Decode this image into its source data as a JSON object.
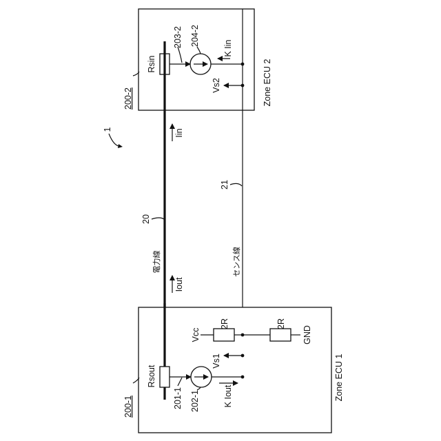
{
  "figure": {
    "system_ref": "1",
    "power_line": {
      "ref": "20",
      "label": "電力線"
    },
    "sense_line": {
      "ref": "21",
      "label": "センス線"
    },
    "iin_label": "Iin",
    "iout_label": "Iout"
  },
  "ecu2": {
    "ref": "200-2",
    "title": "Zone ECU 2",
    "resistor_label": "Rsin",
    "amp_ref": "203-2",
    "source_ref": "204-2",
    "source_label": "K Iin",
    "voltage_label": "Vs2"
  },
  "ecu1": {
    "ref": "200-1",
    "title": "Zone ECU 1",
    "resistor_label": "Rsout",
    "amp_ref": "201-1",
    "source_ref": "202-1",
    "source_label": "K Iout",
    "voltage_label": "Vs1",
    "vcc_label": "Vcc",
    "gnd_label": "GND",
    "r_upper_label": "2R",
    "r_lower_label": "2R"
  }
}
